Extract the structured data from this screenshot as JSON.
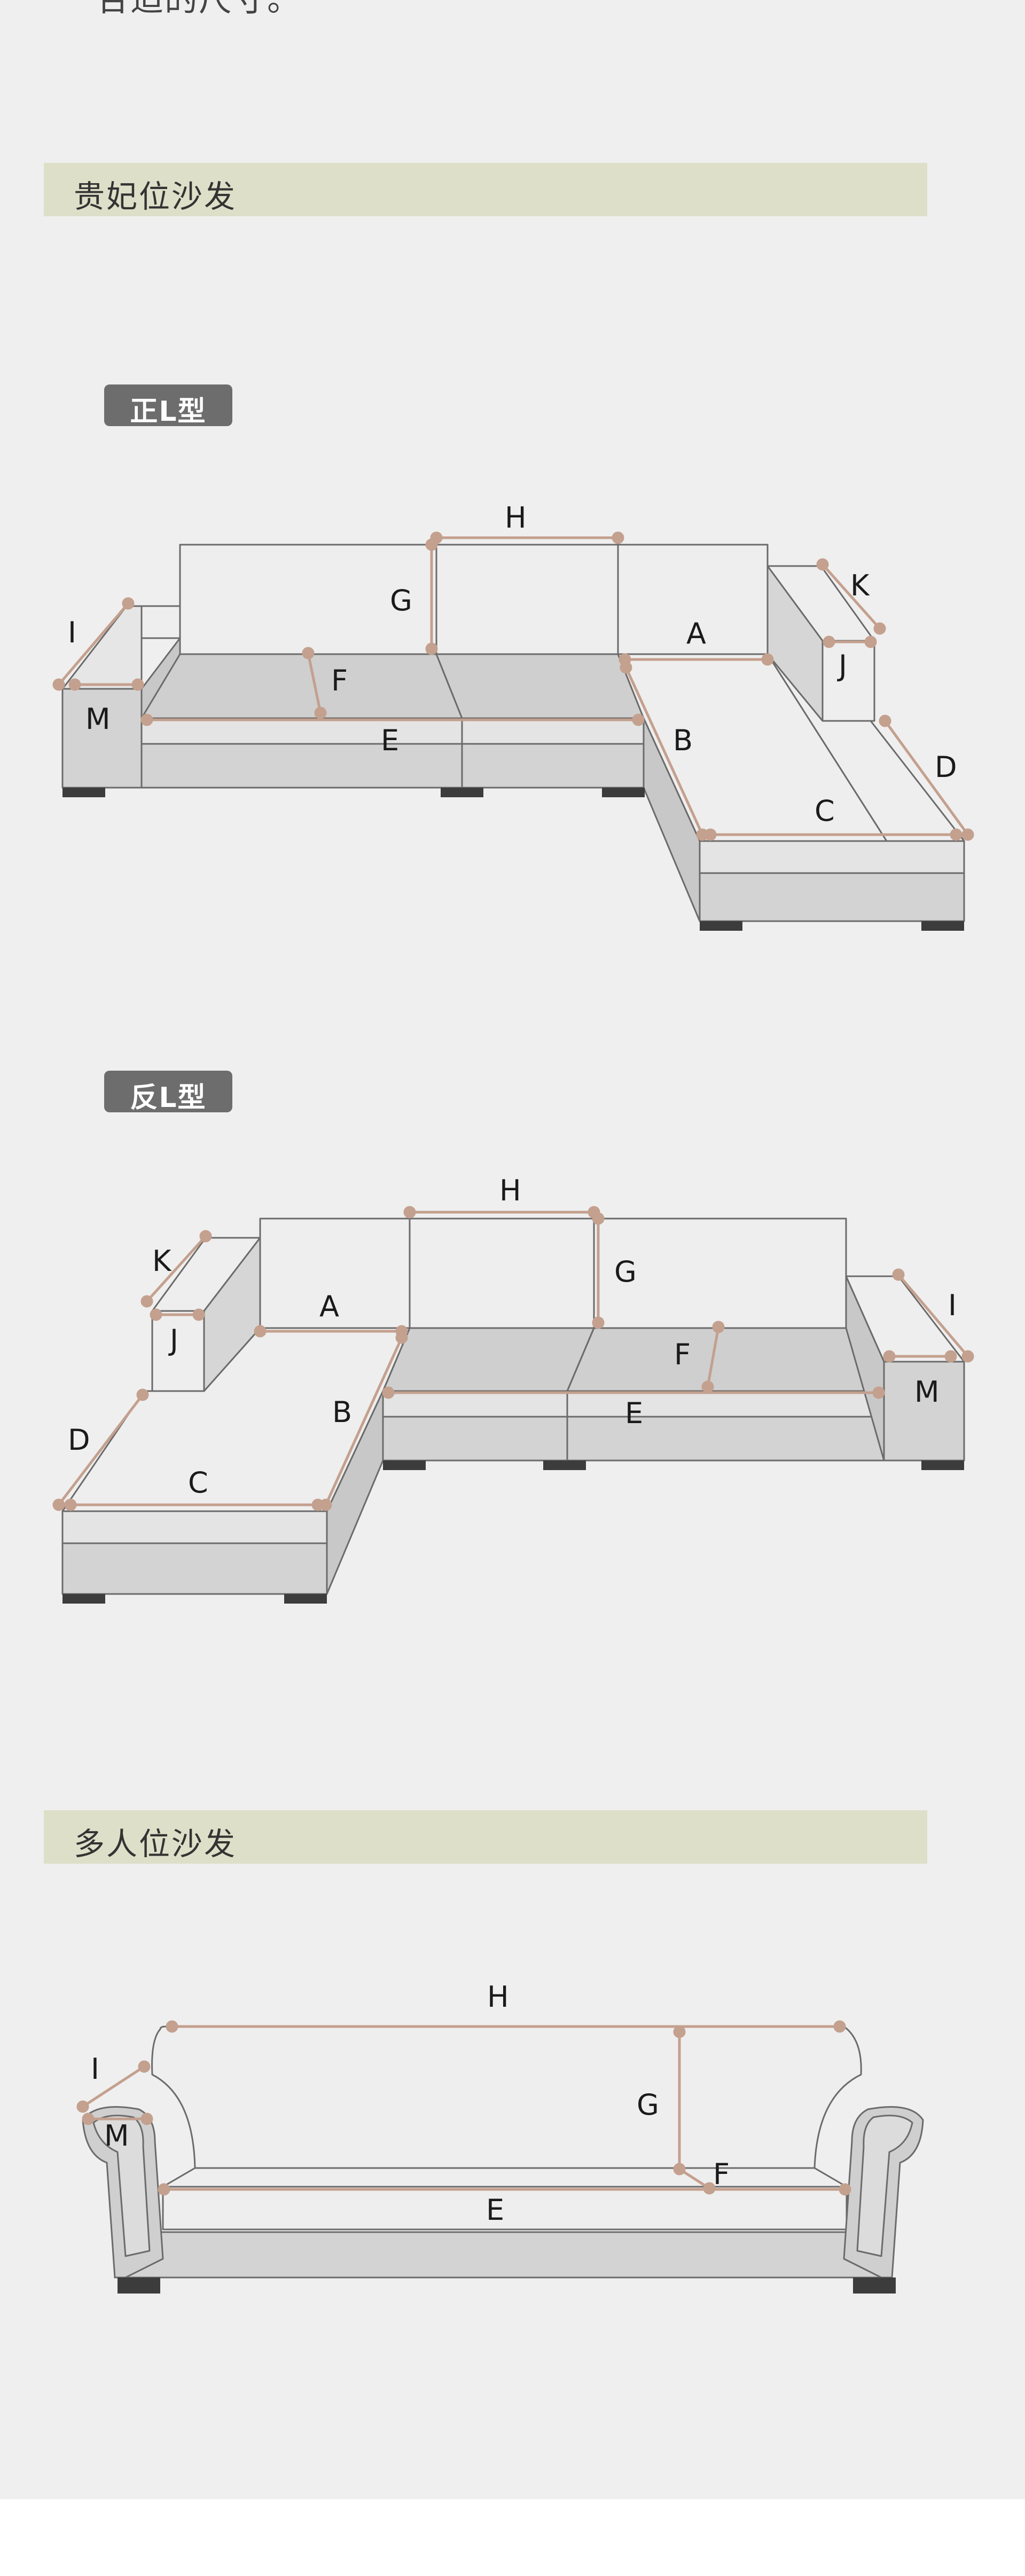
{
  "top_note": "合适的尺寸。",
  "sections": [
    {
      "title": "贵妃位沙发"
    },
    {
      "title": "多人位沙发"
    }
  ],
  "badges": [
    {
      "label": "正L型"
    },
    {
      "label": "反L型"
    }
  ],
  "diagram_labels": {
    "A": "A",
    "B": "B",
    "C": "C",
    "D": "D",
    "E": "E",
    "F": "F",
    "G": "G",
    "H": "H",
    "I": "I",
    "J": "J",
    "K": "K",
    "M": "M"
  },
  "colors": {
    "background": "#efefef",
    "header_band": "#dedfc8",
    "badge": "#6d6d6d",
    "measure_line": "#c4a08e",
    "sofa_outline": "#6b6b6b",
    "sofa_back": "#eeeeee",
    "sofa_seat": "#cfcfcf",
    "sofa_base": "#d3d3d3",
    "sofa_leg": "#3c3c3c"
  }
}
